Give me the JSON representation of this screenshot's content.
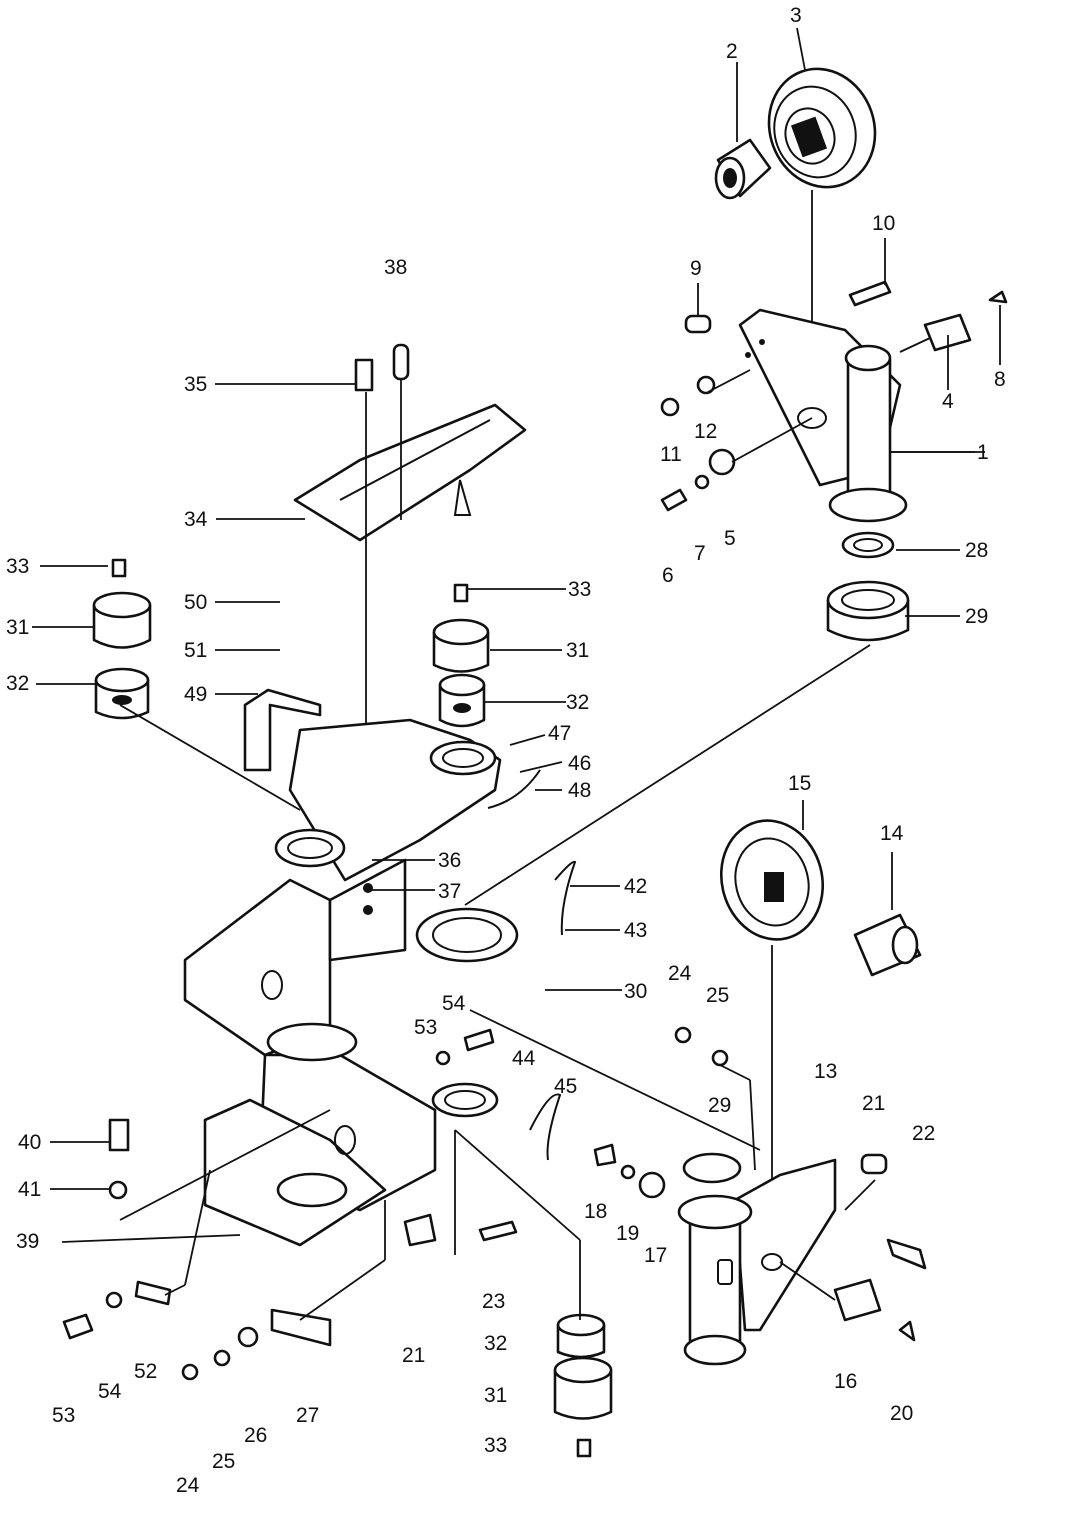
{
  "diagram": {
    "callouts": [
      "1",
      "2",
      "3",
      "4",
      "5",
      "6",
      "7",
      "8",
      "9",
      "10",
      "11",
      "12",
      "13",
      "14",
      "15",
      "16",
      "17",
      "18",
      "19",
      "20",
      "21",
      "22",
      "23",
      "24",
      "25",
      "26",
      "27",
      "28",
      "29",
      "30",
      "31",
      "32",
      "33",
      "34",
      "35",
      "36",
      "37",
      "38",
      "39",
      "40",
      "41",
      "42",
      "43",
      "44",
      "45",
      "46",
      "47",
      "48",
      "49",
      "50",
      "51",
      "52",
      "53",
      "54"
    ],
    "repeat_callouts": {
      "21b": "21",
      "24b": "24",
      "25b": "25",
      "29b": "29",
      "31b": "31",
      "31c": "31",
      "32b": "32",
      "32c": "32",
      "33b": "33",
      "33c": "33",
      "53b": "53",
      "54b": "54"
    }
  }
}
